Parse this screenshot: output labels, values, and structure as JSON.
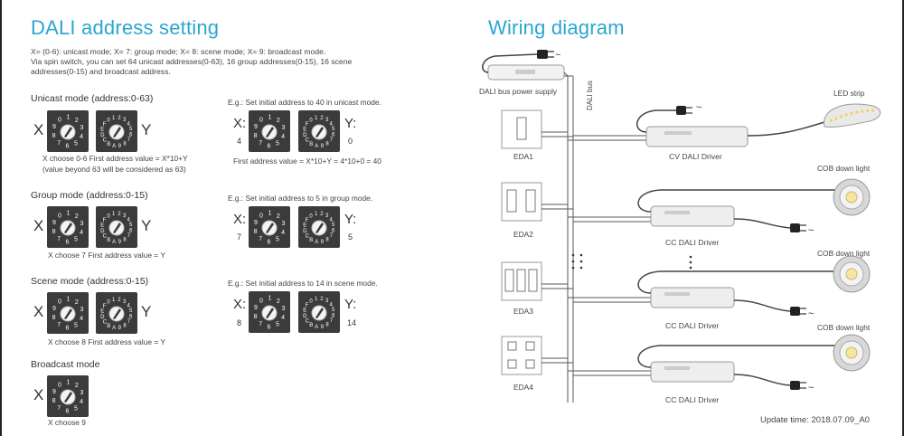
{
  "left": {
    "title": "DALI address setting",
    "intro": [
      "X= (0-6): unicast mode;   X= 7: group mode;   X= 8: scene mode;   X= 9: broadcast mode.",
      "Via spin switch, you can set 64 unicast addresses(0-63), 16 group addresses(0-15), 16 scene",
      "addresses(0-15) and broadcast address."
    ],
    "unicast": {
      "heading": "Unicast mode (address:0-63)",
      "x_label": "X",
      "y_label": "Y",
      "note1": "X choose 0-6   First address value = X*10+Y",
      "note2": "(value beyond 63 will be considered as 63)",
      "eg": "E.g.: Set initial address to 40 in unicast mode.",
      "eg_x": "X:",
      "eg_x_val": "4",
      "eg_y": "Y:",
      "eg_y_val": "0",
      "eg_formula": "First address value = X*10+Y = 4*10+0 = 40"
    },
    "group": {
      "heading": "Group mode (address:0-15)",
      "x_label": "X",
      "y_label": "Y",
      "note1": "X choose 7    First address value = Y",
      "eg": "E.g.: Set initial address to 5 in group mode.",
      "eg_x": "X:",
      "eg_x_val": "7",
      "eg_y": "Y:",
      "eg_y_val": "5"
    },
    "scene": {
      "heading": "Scene mode (address:0-15)",
      "x_label": "X",
      "y_label": "Y",
      "note1": "X choose 8    First address value = Y",
      "eg": "E.g.: Set initial address to 14 in scene mode.",
      "eg_x": "X:",
      "eg_x_val": "8",
      "eg_y": "Y:",
      "eg_y_val": "14"
    },
    "broadcast": {
      "heading": "Broadcast mode",
      "x_label": "X",
      "note1": "X choose 9"
    }
  },
  "right": {
    "title": "Wiring diagram",
    "power_supply": "DALI bus power supply",
    "bus_label": "DALI bus",
    "tilde": "~",
    "eda": [
      "EDA1",
      "EDA2",
      "EDA3",
      "EDA4"
    ],
    "cv_driver": "CV DALI Driver",
    "cc_driver": "CC DALI Driver",
    "led_strip": "LED strip",
    "cob": "COB down light",
    "update": "Update time: 2018.07.09_A0"
  }
}
